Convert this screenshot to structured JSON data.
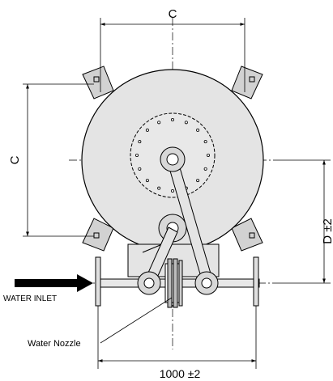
{
  "dimensions": {
    "top_width": "C",
    "left_height": "C",
    "right_height": "D ±2",
    "bottom_width": "1000 ±2"
  },
  "labels": {
    "water_inlet": "WATER INLET",
    "water_nozzle": "Water Nozzle"
  },
  "colors": {
    "body_fill": "#e4e4e4",
    "flange_fill": "#d8d8d8",
    "line": "#000000"
  }
}
